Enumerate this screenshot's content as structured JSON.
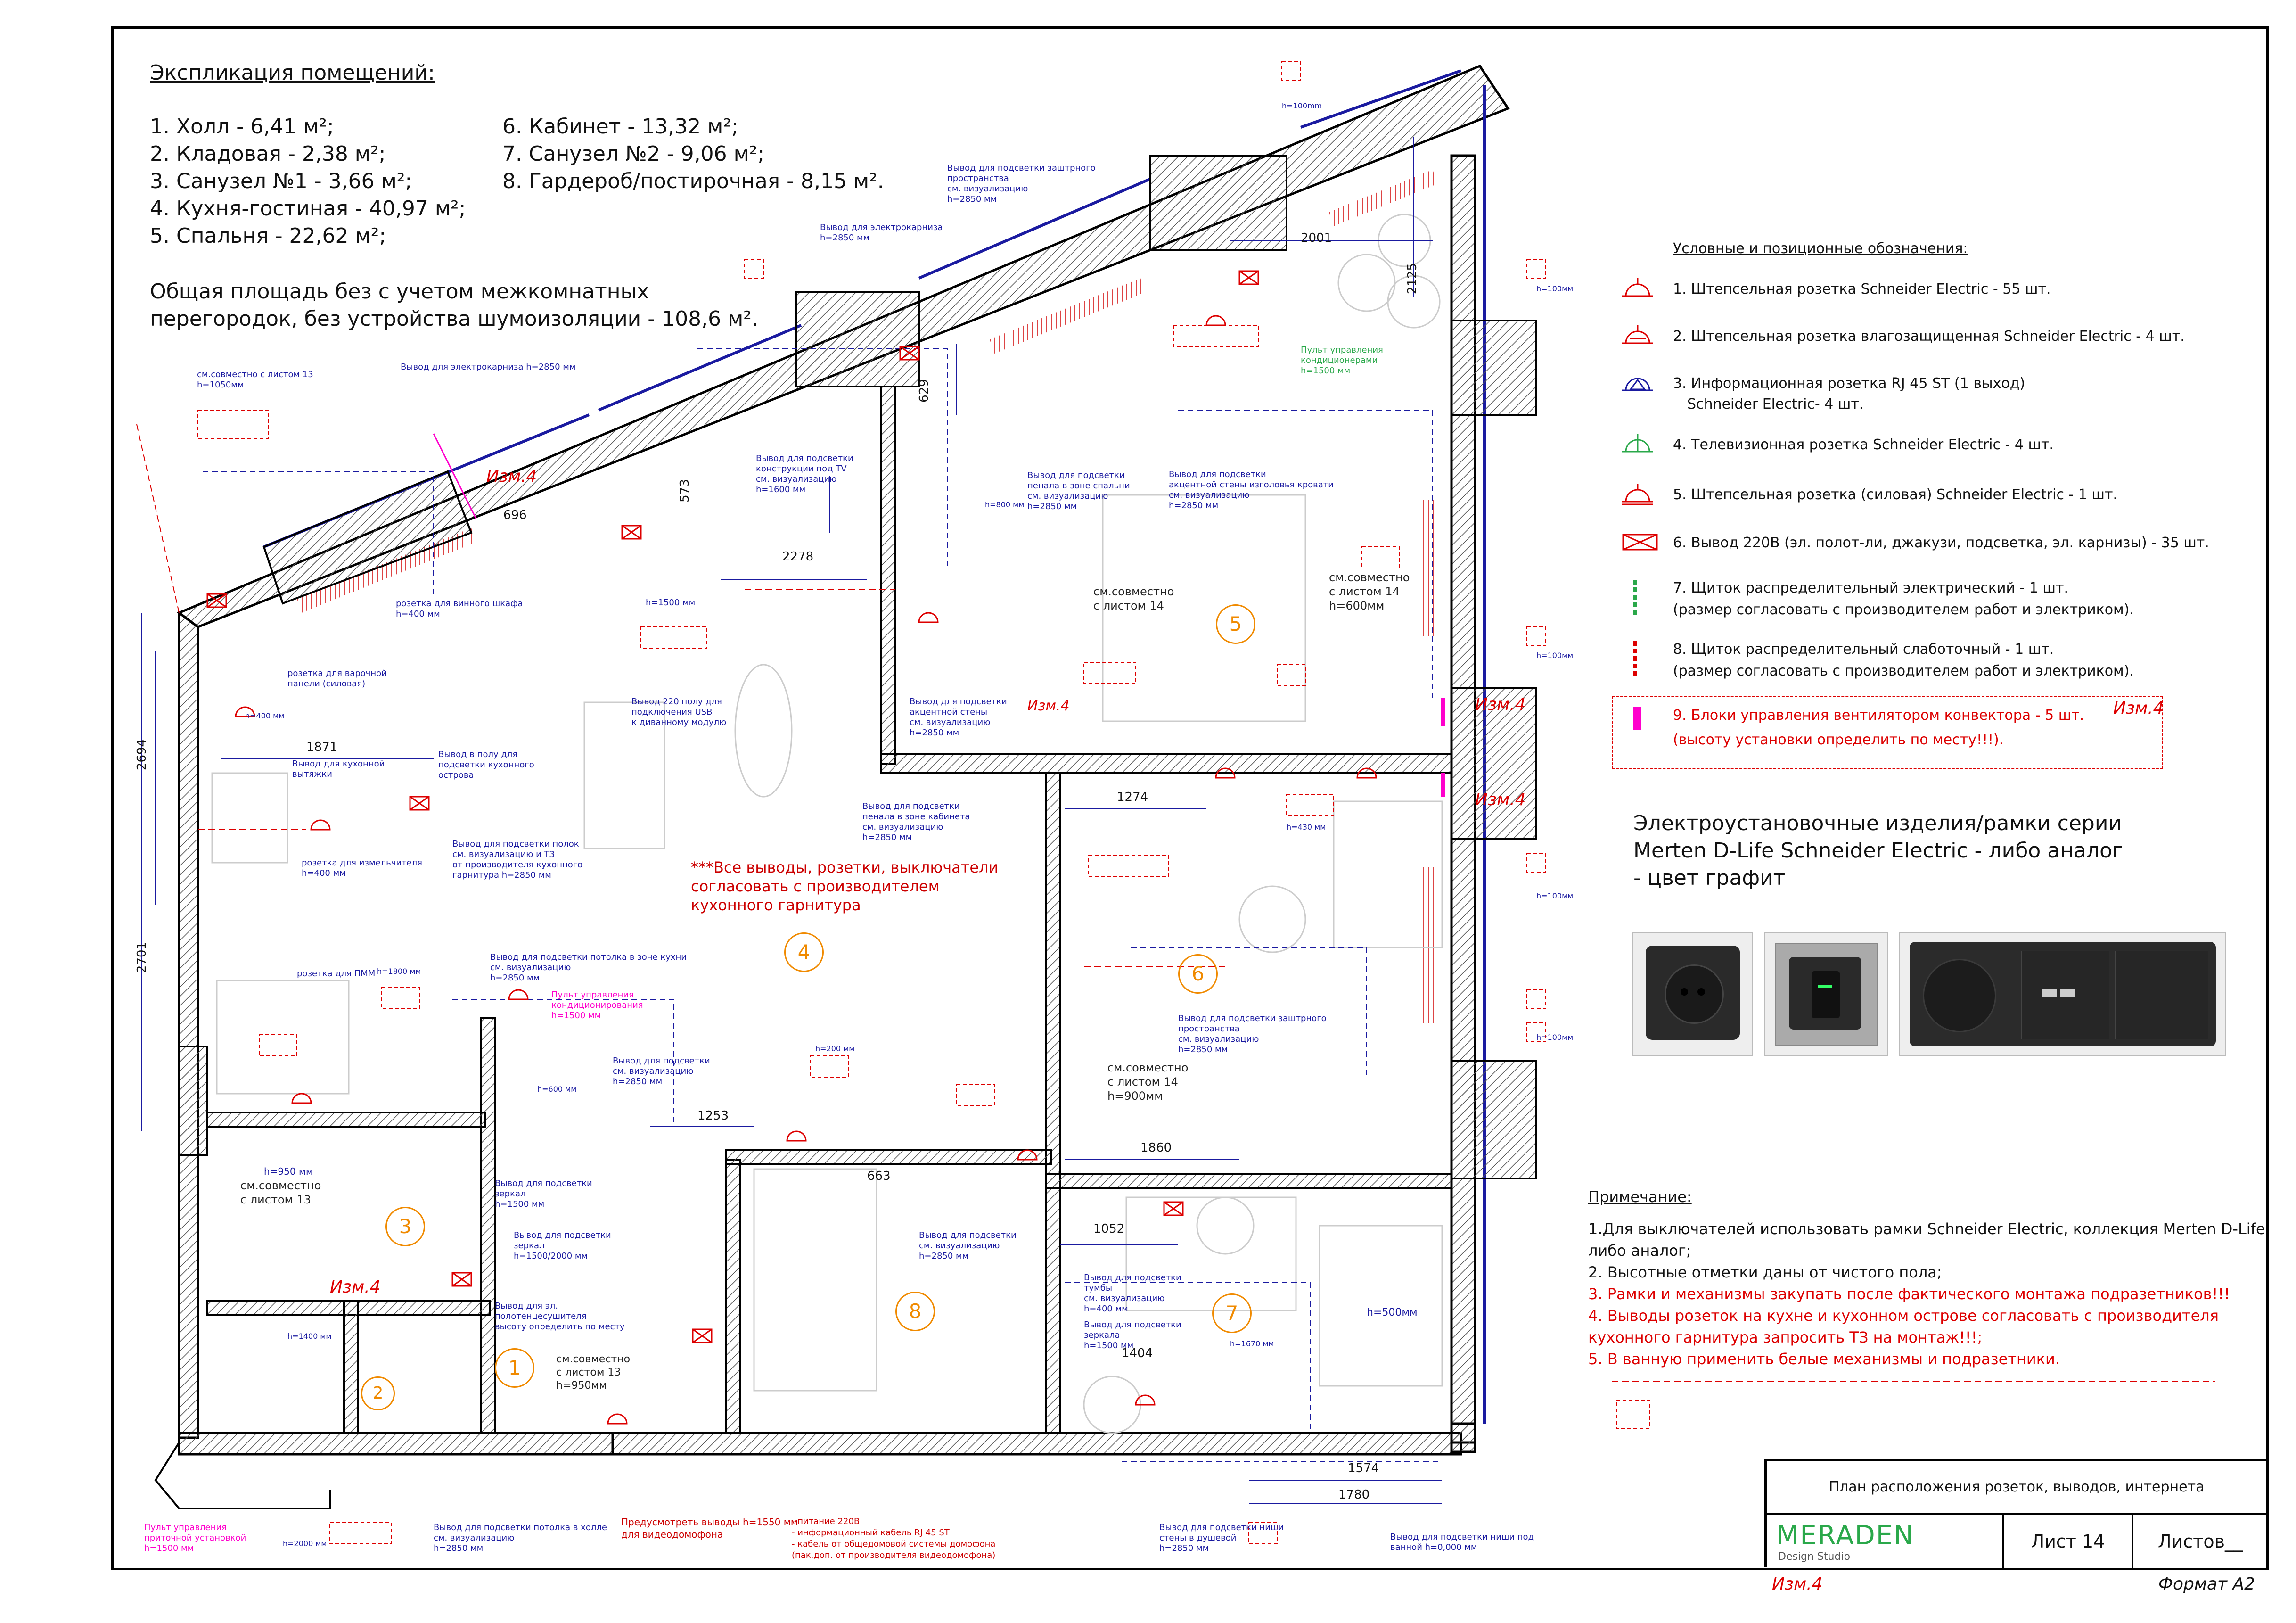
{
  "explication": {
    "title": "Экспликация помещений:",
    "rooms_left": [
      "1. Холл - 6,41 м²;",
      "2. Кладовая - 2,38 м²;",
      "3. Санузел №1 - 3,66 м²;",
      "4. Кухня-гостиная - 40,97 м²;",
      "5. Спальня - 22,62 м²;"
    ],
    "rooms_right": [
      "6. Кабинет - 13,32 м²;",
      "7. Санузел №2 - 9,06 м²;",
      "8. Гардероб/постирочная - 8,15 м²."
    ],
    "area_line1": "Общая площадь без с учетом межкомнатных",
    "area_line2": "перегородок, без устройства шумоизоляции - 108,6 м²."
  },
  "legend": {
    "title": "Условные и позиционные обозначения:",
    "items": [
      {
        "icon": "socket-icon",
        "color": "#d00",
        "text": "1. Штепсельная розетка Schneider Electric - 55 шт."
      },
      {
        "icon": "socket-waterproof-icon",
        "color": "#d00",
        "text": "2. Штепсельная розетка влагозащищенная Schneider Electric - 4 шт."
      },
      {
        "icon": "rj45-socket-icon",
        "color": "#1a1aa0",
        "text": "3. Информационная розетка RJ 45 ST (1 выход)",
        "text2": "Schneider Electric- 4 шт."
      },
      {
        "icon": "tv-socket-icon",
        "color": "#2aa84a",
        "text": "4. Телевизионная розетка Schneider Electric - 4 шт."
      },
      {
        "icon": "power-socket-icon",
        "color": "#d00",
        "text": "5. Штепсельная розетка (силовая) Schneider Electric - 1 шт."
      },
      {
        "icon": "outlet-220v-icon",
        "color": "#d00",
        "text": "6. Вывод 220В (эл. полот-ли, джакузи, подсветка, эл. карнизы) - 35 шт."
      },
      {
        "icon": "electrical-panel-icon",
        "color": "#2aa84a",
        "text": "7. Щиток распределительный электрический - 1 шт.",
        "text2": "(размер согласовать с производителем работ и электриком)."
      },
      {
        "icon": "low-current-panel-icon",
        "color": "#d00",
        "text": "8. Щиток распределительный слаботочный - 1 шт.",
        "text2": "(размер согласовать с производителем работ и электриком)."
      },
      {
        "icon": "fan-control-icon",
        "color": "#ff00cc",
        "text": "9. Блоки управления вентилятором конвектора - 5 шт.",
        "text2": "(высоту установки определить по месту!!!)."
      }
    ],
    "revision_mark": "Изм.4"
  },
  "series_text": [
    "Электроустановочные изделия/рамки серии",
    "Merten D-Life Schneider Electric - либо аналог",
    "- цвет графит"
  ],
  "notes": {
    "title": "Примечание:",
    "items": [
      {
        "text": "1.Для выключателей использовать рамки Schneider Electric, коллекция Merten D-Life",
        "red": false
      },
      {
        "text": "либо аналог;",
        "red": false
      },
      {
        "text": "2. Высотные отметки даны от чистого пола;",
        "red": false
      },
      {
        "text": "3. Рамки и механизмы закупать после фактического монтажа подразетников!!!",
        "red": true
      },
      {
        "text": "4. Выводы розеток на кухне и кухонном острове согласовать с производителя",
        "red": true
      },
      {
        "text": "кухонного гарнитура запросить ТЗ на монтаж!!!;",
        "red": true
      },
      {
        "text": "5. В ванную применить белые механизмы и подразетники.",
        "red": true
      }
    ]
  },
  "title_block": {
    "drawing_title": "План расположения розеток, выводов, интернета",
    "logo": "MERADEN",
    "logo_sub": "Design Studio",
    "sheet": "Лист 14",
    "sheets": "Листов__",
    "format": "Формат A2",
    "revision": "Изм.4"
  },
  "rooms": [
    "1",
    "2",
    "3",
    "4",
    "5",
    "6",
    "7",
    "8"
  ],
  "plan_labels": {
    "kitchen_note": "***Все выводы, розетки, выключатели\nсогласовать с производителем\nкухонного гарнитура",
    "bottom_note_red": "Предусмотреть выводы h=1550 мм\nдля видеодомофона",
    "bottom_note_red2": "- питание 220В\n- информационный кабель RJ 45 ST\n- кабель от общедомовой системы домофона\n(пак.доп. от производителя видеодомофона)",
    "izm_labels": [
      "Изм.4",
      "Изм.4",
      "Изм.4",
      "Изм.4",
      "Изм.4"
    ],
    "dims": [
      "2278",
      "1871",
      "2694",
      "2701",
      "1274",
      "1860",
      "1253",
      "1052",
      "1574",
      "1780",
      "1404",
      "663",
      "696",
      "629",
      "573",
      "2001",
      "2125"
    ],
    "callouts": [
      "Вывод для электрокарниза h=2850 мм",
      "Вывод для подсветки заштрного\nпространства\nсм. визуализацию\nh=2850 мм",
      "Вывод для электрокарниза\nh=2850 мм",
      "см.совместно с листом 13\nh=1050мм",
      "Вывод для подсветки\nконструкции под TV\nсм. визуализацию\nh=1600 мм",
      "Вывод для подсветки\nпенала в зоне спальни\nсм. визуализацию\nh=2850 мм",
      "Вывод для подсветки\nакцентной стены изголовья кровати\nсм. визуализацию\nh=2850 мм",
      "Пульт управления\nкондиционерами\nh=1500 мм",
      "Вывод 220 полу для\nподключения USB\nк диванному модулю",
      "Вывод для подсветки\nакцентной стены\nсм. визуализацию\nh=2850 мм",
      "Вывод для подсветки\nпенала в зоне кабинета\nсм. визуализацию\nh=2850 мм",
      "Вывод для подсветки заштрного\nпространства\nсм. визуализацию\nh=2850 мм",
      "Вывод для подсветки потолка в зоне кухни\nсм. визуализацию\nh=2850 мм",
      "Вывод для подсветки\nсм. визуализацию\nh=2850 мм",
      "Вывод для подсветки\nзеркал\nh=1500 мм",
      "Вывод для подсветки\nзеркал\nh=1500/2000 мм",
      "Вывод для эл.\nполотенцесушителя\nвысоту определить по месту",
      "Вывод для подсветки\nсм. визуализацию\nh=2850 мм",
      "Вывод для подсветки\nтумбы\nсм. визуализацию\nh=400 мм",
      "Вывод для подсветки\nзеркала\nh=1500 мм",
      "Вывод для подсветки потолка в холле\nсм. визуализацию\nh=2850 мм",
      "Вывод для подсветки ниши\nстены в душевой\nh=2850 мм",
      "Вывод для подсветки ниши под\nванной h=0,000 мм",
      "Пульт управления\nприточной установкой\nh=1500 мм",
      "розетка для винного шкафа\nh=400 мм",
      "розетка для варочной\nпанели (силовая)",
      "Вывод для кухонной\nвытяжки",
      "Вывод в полу для\nподсветки кухонного\nострова",
      "Вывод для подсветки полок\nсм. визуализацию и ТЗ\nот производителя кухонного\nгарнитура h=2850 мм",
      "розетка для измельчителя\nh=400 мм",
      "розетка для ПММ",
      "Пульт управления\nкондиционирования\nh=1500 мм",
      "см.совместно\nс листом 13",
      "см.совместно\nс листом 14",
      "см.совместно\nс листом 14\nh=600мм",
      "см.совместно\nс листом 14\nh=900мм",
      "см.совместно\nс листом 13\nh=950мм"
    ],
    "heights": [
      "h=100мм",
      "h=100мм",
      "h=100мм",
      "h=100мм",
      "h=100mm",
      "h=1500 мм",
      "h=200 мм",
      "h=400 мм",
      "h=600 мм",
      "h=950 мм",
      "h=1800 мм",
      "h=800 мм",
      "h=1670 мм",
      "h=2000 мм",
      "h=500мм",
      "h=430 мм",
      "h=1400 мм"
    ]
  },
  "colors": {
    "wall_hatch": "#666",
    "dim": "#1a1aa0",
    "red": "#d00",
    "magenta": "#ff00cc",
    "green": "#2aa84a",
    "orange": "#f08a00"
  }
}
